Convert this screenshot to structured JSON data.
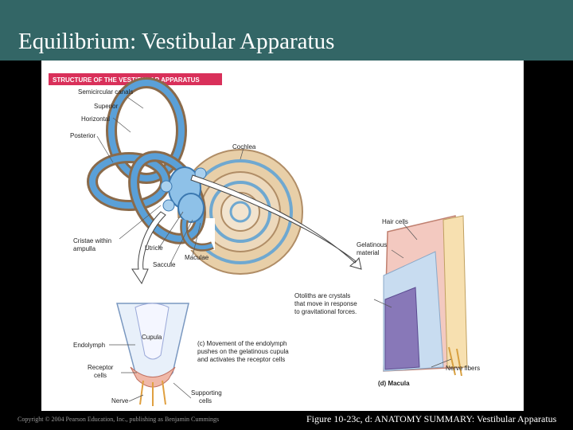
{
  "slide": {
    "title": "Equilibrium: Vestibular Apparatus",
    "copyright": "Copyright © 2004 Pearson Education, Inc., publishing as Benjamin Cummings",
    "caption": "Figure 10-23c, d: ANATOMY SUMMARY: Vestibular Apparatus"
  },
  "figure": {
    "banner": "STRUCTURE OF THE VESTIBULAR APPARATUS",
    "labels": {
      "semicircular_canals": "Semicircular canals",
      "superior": "Superior",
      "horizontal": "Horizontal",
      "posterior": "Posterior",
      "cochlea": "Cochlea",
      "crista_line1": "Cristae within",
      "crista_line2": "ampulla",
      "utricle": "Utricle",
      "saccule": "Saccule",
      "maculae": "Maculae",
      "hair_cells": "Hair cells",
      "gelatinous_line1": "Gelatinous",
      "gelatinous_line2": "material",
      "otoliths_line1": "Otoliths are crystals",
      "otoliths_line2": "that move in response",
      "otoliths_line3": "to gravitational forces.",
      "endolymph": "Endolymph",
      "cupula": "Cupula",
      "receptor_line1": "Receptor",
      "receptor_line2": "cells",
      "nerve": "Nerve",
      "supporting_line1": "Supporting",
      "supporting_line2": "cells",
      "nerve_fibers": "Nerve fibers",
      "macula_caption": "(d) Macula",
      "c_line1": "(c) Movement of the endolymph",
      "c_line2": "pushes on the gelatinous cupula",
      "c_line3": "and activates the receptor cells"
    }
  },
  "colors": {
    "title_bar": "#336666",
    "banner": "#d9305a",
    "canal": "#4a90c8",
    "cochlea": "#d8b890",
    "otoliths": "#8878b8"
  }
}
